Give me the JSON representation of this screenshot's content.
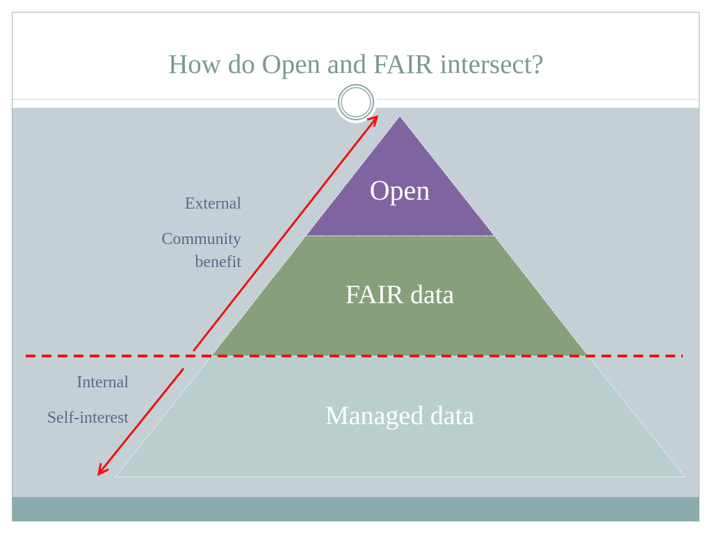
{
  "title": "How do Open and FAIR intersect?",
  "pyramid": {
    "tiers": [
      {
        "label": "Open",
        "color": "#8064a2"
      },
      {
        "label": "FAIR data",
        "color": "#87a07b"
      },
      {
        "label": "Managed data",
        "color": "#b9cecd"
      }
    ]
  },
  "axis_labels": {
    "upper": [
      "External",
      "Community benefit"
    ],
    "lower": [
      "Internal",
      "Self-interest"
    ]
  },
  "colors": {
    "arrow": "#ee1111",
    "content_bg": "#c5d0d6",
    "footer": "#8aabab",
    "title": "#7a9894"
  }
}
